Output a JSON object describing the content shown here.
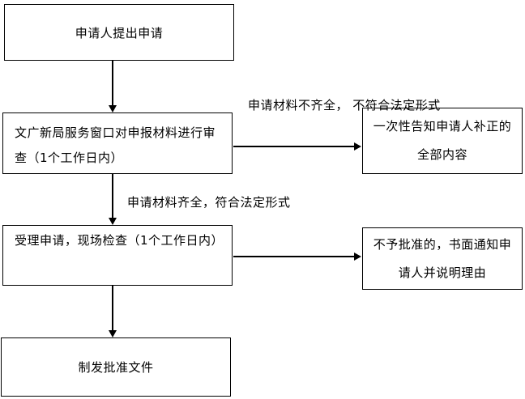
{
  "nodes": {
    "start": {
      "label": "申请人提出申请"
    },
    "review": {
      "lines": [
        "文广新局服务窗口对申报材料进行审",
        "查（1个工作日内）"
      ]
    },
    "accept": {
      "label": "受理申请，现场检查（1个工作日内）"
    },
    "issue": {
      "label": "制发批准文件"
    },
    "notify_correct": {
      "lines": [
        "一次性告知申请人补正的",
        "全部内容"
      ]
    },
    "notify_reject": {
      "lines": [
        "不予批准的，书面通知申",
        "请人并说明理由"
      ]
    }
  },
  "edge_labels": {
    "incomplete": {
      "lines": [
        "申请材料不齐全，",
        "不符合法定形式"
      ]
    },
    "complete": {
      "label": "申请材料齐全，符合法定形式"
    }
  },
  "colors": {
    "line": "#000000",
    "background": "#ffffff",
    "text": "#000000"
  }
}
